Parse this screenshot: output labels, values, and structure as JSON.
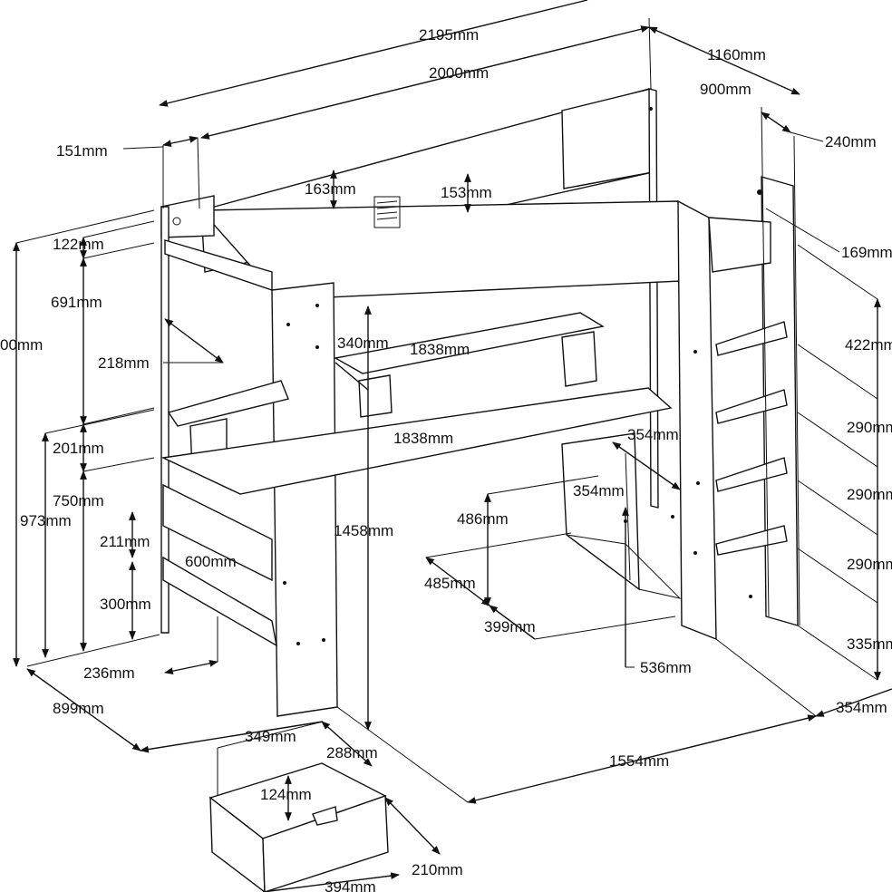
{
  "drawing": {
    "dimensions": [
      {
        "id": "overall-length-top",
        "text": "2195mm"
      },
      {
        "id": "mattress-length",
        "text": "2000mm"
      },
      {
        "id": "overall-depth",
        "text": "1160mm"
      },
      {
        "id": "mattress-width",
        "text": "900mm"
      },
      {
        "id": "post-width-top",
        "text": "151mm"
      },
      {
        "id": "rail-depth",
        "text": "240mm"
      },
      {
        "id": "guard-rail-163",
        "text": "163mm"
      },
      {
        "id": "guard-rail-153",
        "text": "153mm"
      },
      {
        "id": "rail-height-169",
        "text": "169mm"
      },
      {
        "id": "guard-122",
        "text": "122mm"
      },
      {
        "id": "overall-height",
        "text": "00mm"
      },
      {
        "id": "upper-space",
        "text": "691mm"
      },
      {
        "id": "shelf-218",
        "text": "218mm"
      },
      {
        "id": "shelf-340",
        "text": "340mm"
      },
      {
        "id": "shelf-length-top",
        "text": "1838mm"
      },
      {
        "id": "ladder-step-422",
        "text": "422mm"
      },
      {
        "id": "ladder-step-290a",
        "text": "290mm"
      },
      {
        "id": "ladder-step-290b",
        "text": "290mm"
      },
      {
        "id": "ladder-step-290c",
        "text": "290mm"
      },
      {
        "id": "ladder-bottom-335",
        "text": "335mm"
      },
      {
        "id": "ladder-width-354",
        "text": "354mm"
      },
      {
        "id": "shelf-201",
        "text": "201mm"
      },
      {
        "id": "desk-750",
        "text": "750mm"
      },
      {
        "id": "height-973",
        "text": "973mm"
      },
      {
        "id": "desk-length",
        "text": "1838mm"
      },
      {
        "id": "cabinet-354-top",
        "text": "354mm"
      },
      {
        "id": "cabinet-354-mid",
        "text": "354mm"
      },
      {
        "id": "cabinet-486",
        "text": "486mm"
      },
      {
        "id": "cabinet-485",
        "text": "485mm"
      },
      {
        "id": "cabinet-399",
        "text": "399mm"
      },
      {
        "id": "cabinet-536",
        "text": "536mm"
      },
      {
        "id": "clearance-1458",
        "text": "1458mm"
      },
      {
        "id": "gap-211",
        "text": "211mm"
      },
      {
        "id": "desk-depth-600",
        "text": "600mm"
      },
      {
        "id": "bottom-300",
        "text": "300mm"
      },
      {
        "id": "foot-236",
        "text": "236mm"
      },
      {
        "id": "base-depth-899",
        "text": "899mm"
      },
      {
        "id": "post-349",
        "text": "349mm"
      },
      {
        "id": "drawer-288",
        "text": "288mm"
      },
      {
        "id": "base-length-1554",
        "text": "1554mm"
      },
      {
        "id": "drawer-124",
        "text": "124mm"
      },
      {
        "id": "drawer-210",
        "text": "210mm"
      },
      {
        "id": "drawer-394",
        "text": "394mm"
      }
    ]
  }
}
